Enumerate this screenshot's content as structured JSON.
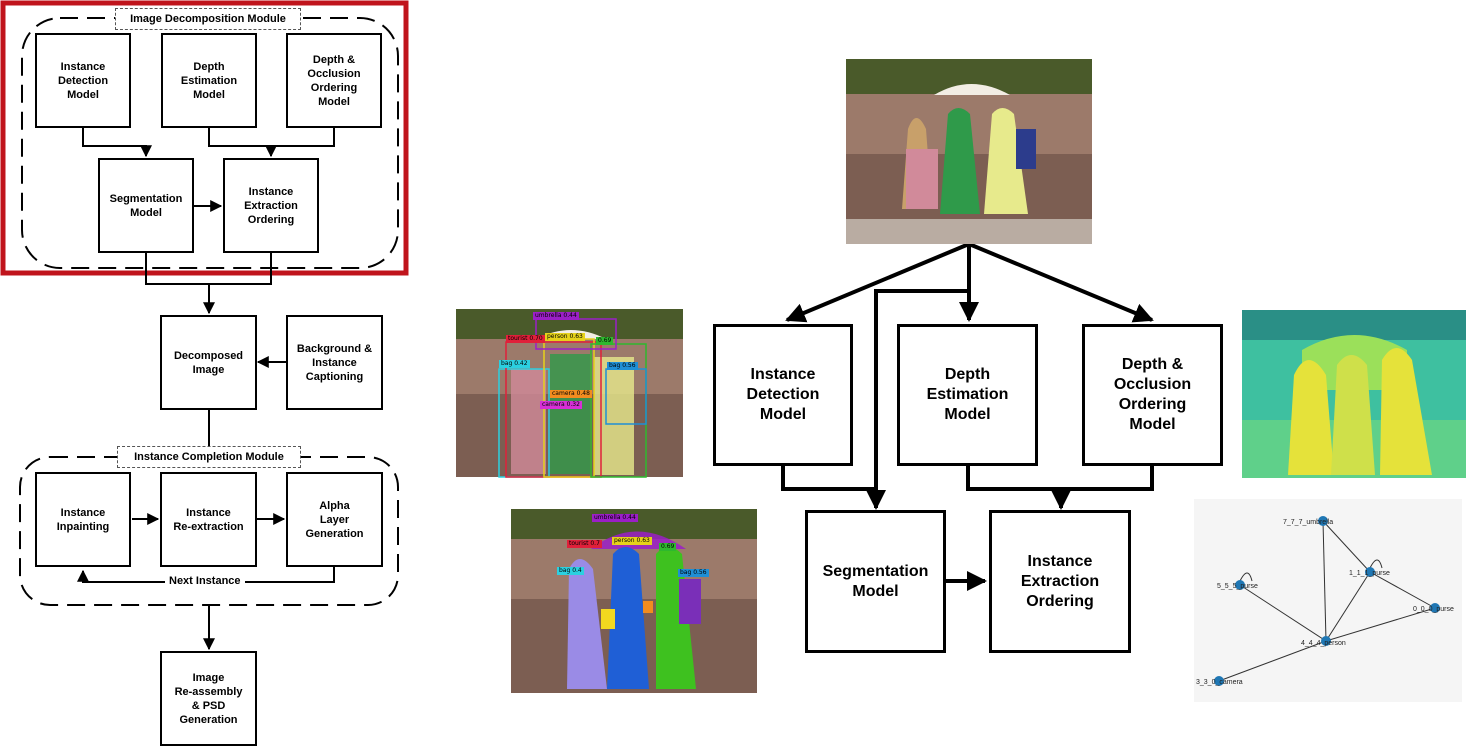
{
  "left_pipeline": {
    "decomposition_module_label": "Image Decomposition Module",
    "completion_module_label": "Instance Completion Module",
    "boxes": {
      "instance_detection": "Instance\nDetection\nModel",
      "depth_estimation": "Depth\nEstimation\nModel",
      "depth_occlusion": "Depth &\nOcclusion\nOrdering\nModel",
      "segmentation": "Segmentation\nModel",
      "instance_extraction": "Instance\nExtraction\nOrdering",
      "decomposed_image": "Decomposed\nImage",
      "background_captioning": "Background &\nInstance\nCaptioning",
      "instance_inpainting": "Instance\nInpainting",
      "instance_reextraction": "Instance\nRe-extraction",
      "alpha_layer": "Alpha\nLayer\nGeneration",
      "reassembly": "Image\nRe-assembly\n& PSD\nGeneration"
    },
    "loop_label": "Next Instance",
    "highlight_color": "#c0141c"
  },
  "right_pipeline": {
    "boxes": {
      "instance_detection": "Instance\nDetection\nModel",
      "depth_estimation": "Depth\nEstimation\nModel",
      "depth_occlusion": "Depth &\nOcclusion\nOrdering\nModel",
      "segmentation": "Segmentation\nModel",
      "instance_extraction": "Instance\nExtraction\nOrdering"
    }
  },
  "detections": [
    {
      "label": "umbrella 0.44",
      "color": "#9b1fc7"
    },
    {
      "label": "tourist 0.70",
      "color": "#e0203a"
    },
    {
      "label": "person 0.63",
      "color": "#e6d21a"
    },
    {
      "label": "0.69",
      "color": "#2eb82e"
    },
    {
      "label": "bag 0.42",
      "color": "#2bd0e0"
    },
    {
      "label": "bag 0.56",
      "color": "#1f8fd6"
    },
    {
      "label": "camera 0.48",
      "color": "#f28c1f"
    },
    {
      "label": "camera 0.32",
      "color": "#d62fd6"
    }
  ],
  "segmentation_labels": [
    {
      "label": "umbrella 0.44",
      "color": "#9b1fc7"
    },
    {
      "label": "tourist 0.7",
      "color": "#e0203a"
    },
    {
      "label": "person 0.63",
      "color": "#e6d21a"
    },
    {
      "label": "0.69",
      "color": "#2eb82e"
    },
    {
      "label": "bag 0.4",
      "color": "#2bd0e0"
    },
    {
      "label": "bag 0.56",
      "color": "#1f8fd6"
    }
  ],
  "graph_nodes": [
    {
      "label": "7_7_7_umbrella"
    },
    {
      "label": "1_1_1_purse"
    },
    {
      "label": "5_5_5_purse"
    },
    {
      "label": "0_0_0_purse"
    },
    {
      "label": "4_4_4_person"
    },
    {
      "label": "3_3_0_camera"
    }
  ],
  "colors": {
    "depth_bg_top": "#2a8f86",
    "depth_bg": "#3ec0a0",
    "depth_mid": "#7cd67a",
    "depth_fg": "#e5e23a",
    "node": "#1f77b4",
    "graph_bg": "#f5f5f5"
  }
}
